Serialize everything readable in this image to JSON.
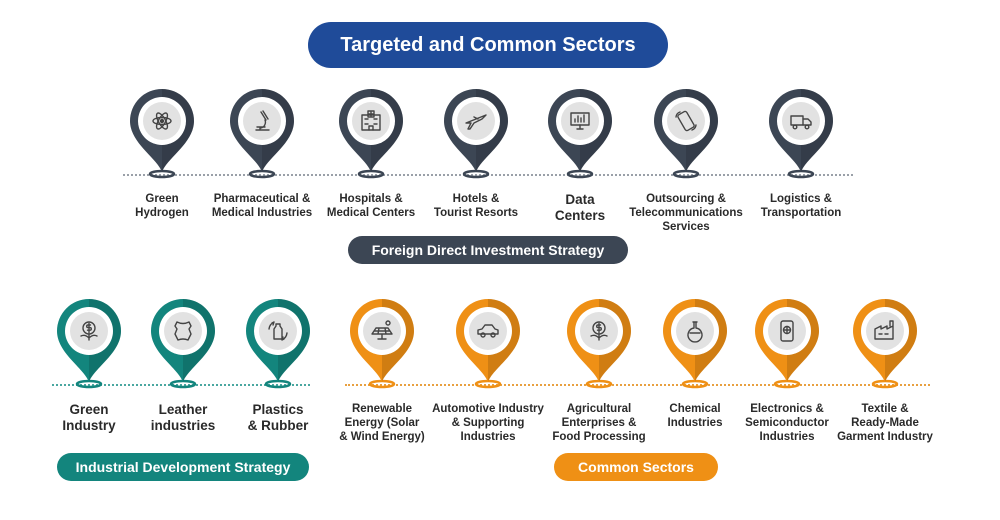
{
  "title": "Targeted and Common Sectors",
  "colors": {
    "navy": "#1f4b99",
    "slate": "#3c4654",
    "teal": "#13857d",
    "orange": "#ef9015"
  },
  "row1": [
    {
      "label": "Green\nHydrogen",
      "icon": "atom-icon"
    },
    {
      "label": "Pharmaceutical &\nMedical Industries",
      "icon": "microscope-icon"
    },
    {
      "label": "Hospitals &\nMedical Centers",
      "icon": "hospital-icon"
    },
    {
      "label": "Hotels &\nTourist Resorts",
      "icon": "airplane-icon"
    },
    {
      "label": "Data\nCenters",
      "icon": "data-monitor-icon"
    },
    {
      "label": "Outsourcing &\nTelecommunications\nServices",
      "icon": "phone-icon"
    },
    {
      "label": "Logistics &\nTransportation",
      "icon": "truck-icon"
    }
  ],
  "fdi_label": "Foreign Direct Investment Strategy",
  "row2": [
    {
      "label": "Green\nIndustry",
      "icon": "money-plant-icon",
      "group": "teal"
    },
    {
      "label": "Leather\nindustries",
      "icon": "leather-hide-icon",
      "group": "teal"
    },
    {
      "label": "Plastics\n& Rubber",
      "icon": "recycle-bottle-icon",
      "group": "teal"
    },
    {
      "label": "Renewable\nEnergy (Solar\n& Wind Energy)",
      "icon": "solar-panel-icon",
      "group": "orange"
    },
    {
      "label": "Automotive Industry\n& Supporting\nIndustries",
      "icon": "car-icon",
      "group": "orange"
    },
    {
      "label": "Agricultural\nEnterprises &\nFood Processing",
      "icon": "money-plant-icon",
      "group": "orange"
    },
    {
      "label": "Chemical\nIndustries",
      "icon": "flask-icon",
      "group": "orange"
    },
    {
      "label": "Electronics &\nSemiconductor\nIndustries",
      "icon": "chip-phone-icon",
      "group": "orange"
    },
    {
      "label": "Textile &\nReady-Made\nGarment Industry",
      "icon": "factory-icon",
      "group": "orange"
    }
  ],
  "ids_label": "Industrial Development Strategy",
  "common_label": "Common Sectors"
}
